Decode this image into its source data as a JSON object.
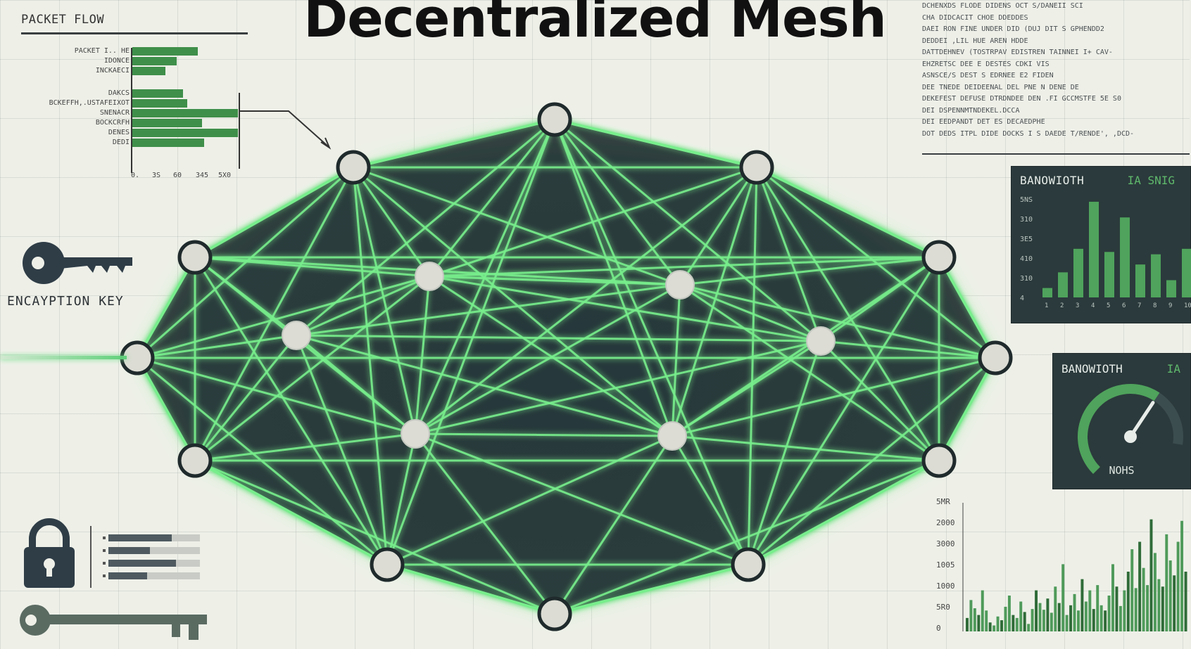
{
  "title": "Decentralized Mesh",
  "colors": {
    "accent_green": "#5fd07a",
    "dark_panel": "#2b3a3c",
    "bar_green": "#3f8f4a",
    "background": "#eef0e8"
  },
  "packet_flow": {
    "title": "PACKET FLOW",
    "rows": [
      {
        "label": "PACKET I.. HE",
        "value": 0.62
      },
      {
        "label": "IDONCE",
        "value": 0.42
      },
      {
        "label": "INCKAECI",
        "value": 0.31
      },
      {
        "label": "DAKCS",
        "value": 0.48
      },
      {
        "label": "BCKEFFH,.USTAFEIXOT",
        "value": 0.52
      },
      {
        "label": "SNENACR",
        "value": 1.0
      },
      {
        "label": "BOCKCRFH",
        "value": 0.66
      },
      {
        "label": "DENES",
        "value": 1.0
      },
      {
        "label": "DEDI",
        "value": 0.68
      }
    ],
    "ticks": [
      "0.",
      "3S",
      "60",
      "345",
      "5X0"
    ]
  },
  "log_lines": [
    "DCHENXDS FLODE DIDENS OCT  S/DANEII SCI",
    "CHA DIDCACIT CHOE DDEDDES",
    "DAEI RON FINE UNDER DID  (DUJ DIT S  GPHENDD2",
    "DEDDEI  ,LIL HUE  AREN HDDE",
    "DATTDEHNEV (TOSTRPAV EDISTREN TAINNEI I+ CAV-",
    "EHZRETSC DEE E DESTES CDKI VIS",
    "ASNSCE/S DEST S  EDRNEE E2 FIDEN",
    "DEE   TNEDE DEIDEENAL  DEL  PNE  N    DENE DE",
    "DEKEFEST  DEFUSE  DTRDNDEE DEN  .FI GCCMSTFE 5E S0",
    "DEI   DSPENNMTNDEKEL.DCCA",
    "DEI   EEDPANDT DET ES DECAEDPHE",
    "DOT   DEDS  ITPL DIDE DOCKS  I  S  DAEDE  T/RENDE',  ,DCD-"
  ],
  "bandwidth_chart": {
    "header": "BANOWIOTH",
    "header_right": "IA SNIG",
    "y_ticks": [
      "4",
      "310",
      "410",
      "3E5",
      "310",
      "5NS"
    ],
    "chart_data": {
      "type": "bar",
      "categories": [
        "1",
        "2",
        "3",
        "4",
        "5",
        "6",
        "7",
        "8",
        "9",
        "10"
      ],
      "values": [
        12,
        32,
        62,
        122,
        58,
        102,
        42,
        55,
        22,
        62
      ]
    }
  },
  "bandwidth_gauge": {
    "header": "BANOWIOTH",
    "header_right": "IA",
    "value_label": "NOHS",
    "level": 0.72
  },
  "traffic_chart": {
    "y_ticks": [
      "5MR",
      "2000",
      "3000",
      "1005",
      "1000",
      "5R0",
      "0"
    ],
    "chart_data": {
      "type": "bar",
      "values": [
        18,
        42,
        31,
        22,
        55,
        28,
        12,
        8,
        20,
        15,
        33,
        48,
        22,
        18,
        40,
        26,
        10,
        30,
        55,
        38,
        29,
        44,
        25,
        60,
        38,
        90,
        22,
        35,
        50,
        28,
        70,
        40,
        55,
        30,
        62,
        35,
        28,
        48,
        90,
        60,
        34,
        55,
        80,
        110,
        58,
        120,
        85,
        62,
        150,
        105,
        70,
        60,
        130,
        95,
        75,
        120,
        148,
        80
      ]
    }
  },
  "encryption": {
    "key_label": "ENCAYPTION KEY"
  },
  "security_bars": [
    0.69,
    0.45,
    0.74,
    0.42
  ],
  "mesh": {
    "nodes": [
      {
        "id": "n1"
      },
      {
        "id": "n2"
      },
      {
        "id": "n3"
      },
      {
        "id": "n4"
      },
      {
        "id": "n5"
      },
      {
        "id": "n6"
      },
      {
        "id": "n7"
      },
      {
        "id": "n8"
      },
      {
        "id": "n9"
      },
      {
        "id": "n10"
      },
      {
        "id": "n11"
      },
      {
        "id": "n12"
      },
      {
        "id": "n13"
      },
      {
        "id": "n14"
      },
      {
        "id": "n15"
      },
      {
        "id": "n16"
      },
      {
        "id": "n17"
      },
      {
        "id": "n18"
      }
    ]
  }
}
